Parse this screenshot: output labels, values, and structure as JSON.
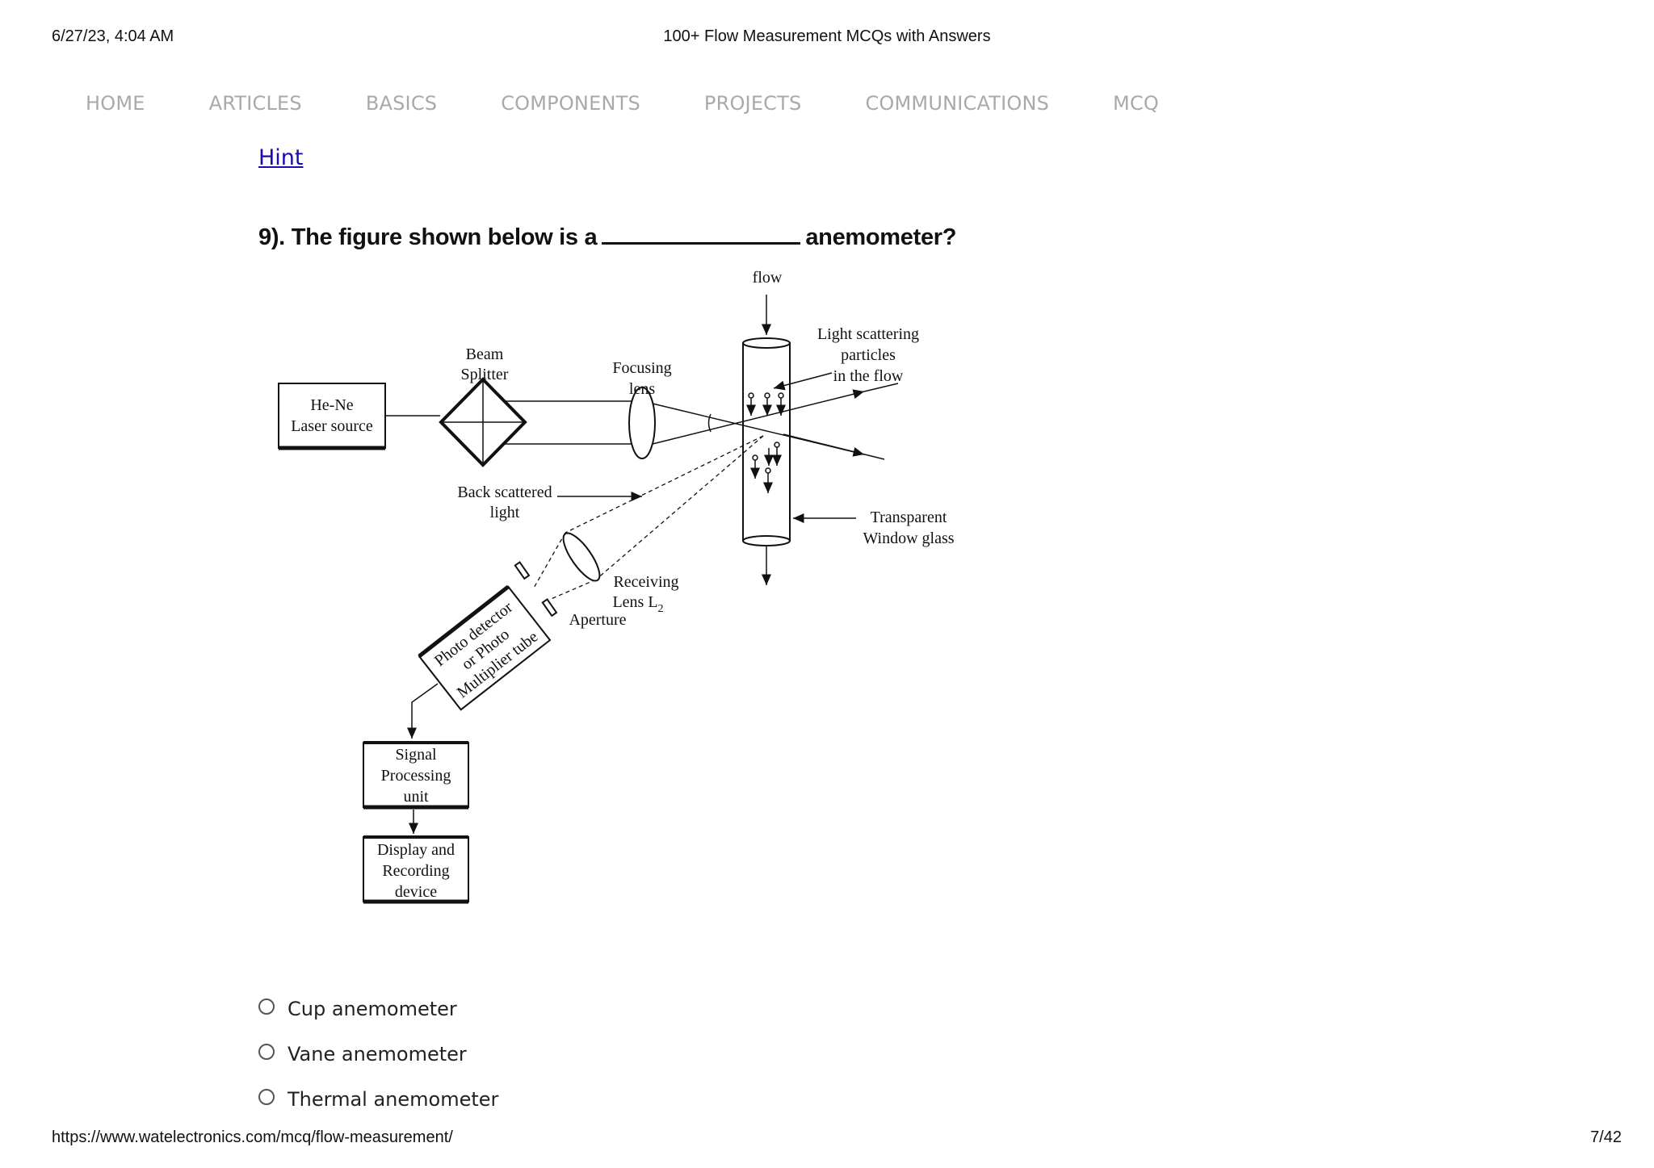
{
  "print_header": {
    "datetime": "6/27/23, 4:04 AM",
    "title": "100+ Flow Measurement MCQs with Answers"
  },
  "nav": {
    "items": [
      "HOME",
      "ARTICLES",
      "BASICS",
      "COMPONENTS",
      "PROJECTS",
      "COMMUNICATIONS",
      "MCQ"
    ]
  },
  "hint_label": "Hint",
  "question": {
    "prefix": "9). The figure shown below is a",
    "suffix": "anemometer?"
  },
  "figure": {
    "labels": {
      "flow": "flow",
      "light_scattering_1": "Light scattering",
      "light_scattering_2": "particles",
      "light_scattering_3": "in the flow",
      "beam_splitter_1": "Beam",
      "beam_splitter_2": "Splitter",
      "focusing_lens_1": "Focusing",
      "focusing_lens_2": "lens",
      "laser_1": "He-Ne",
      "laser_2": "Laser source",
      "back_scattered_1": "Back scattered",
      "back_scattered_2": "light",
      "transparent_1": "Transparent",
      "transparent_2": "Window glass",
      "receiving_1": "Receiving",
      "receiving_2": "Lens L",
      "receiving_sub": "2",
      "aperture": "Aperture",
      "photo_1": "Photo detector",
      "photo_2": "or Photo",
      "photo_3": "Multiplier tube",
      "signal_1": "Signal",
      "signal_2": "Processing",
      "signal_3": "unit",
      "display_1": "Display and",
      "display_2": "Recording",
      "display_3": "device"
    }
  },
  "options": [
    {
      "label": "Cup anemometer"
    },
    {
      "label": "Vane anemometer"
    },
    {
      "label": "Thermal anemometer"
    }
  ],
  "print_footer": {
    "url": "https://www.watelectronics.com/mcq/flow-measurement/",
    "page": "7/42"
  }
}
